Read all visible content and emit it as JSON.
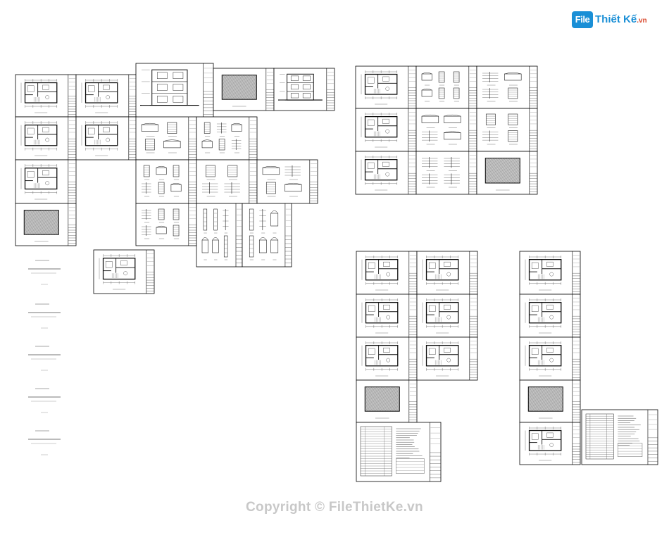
{
  "logo": {
    "box_text": "File",
    "main_text": "Thiết Kế",
    "suffix": ".vn"
  },
  "watermark": {
    "copyright": "Copyright © FileThietKe.vn"
  },
  "colors": {
    "sheet_border": "#000000",
    "drawing_line": "#222222",
    "logo_blue": "#1a8fd6",
    "watermark": "#c8c8c8"
  }
}
